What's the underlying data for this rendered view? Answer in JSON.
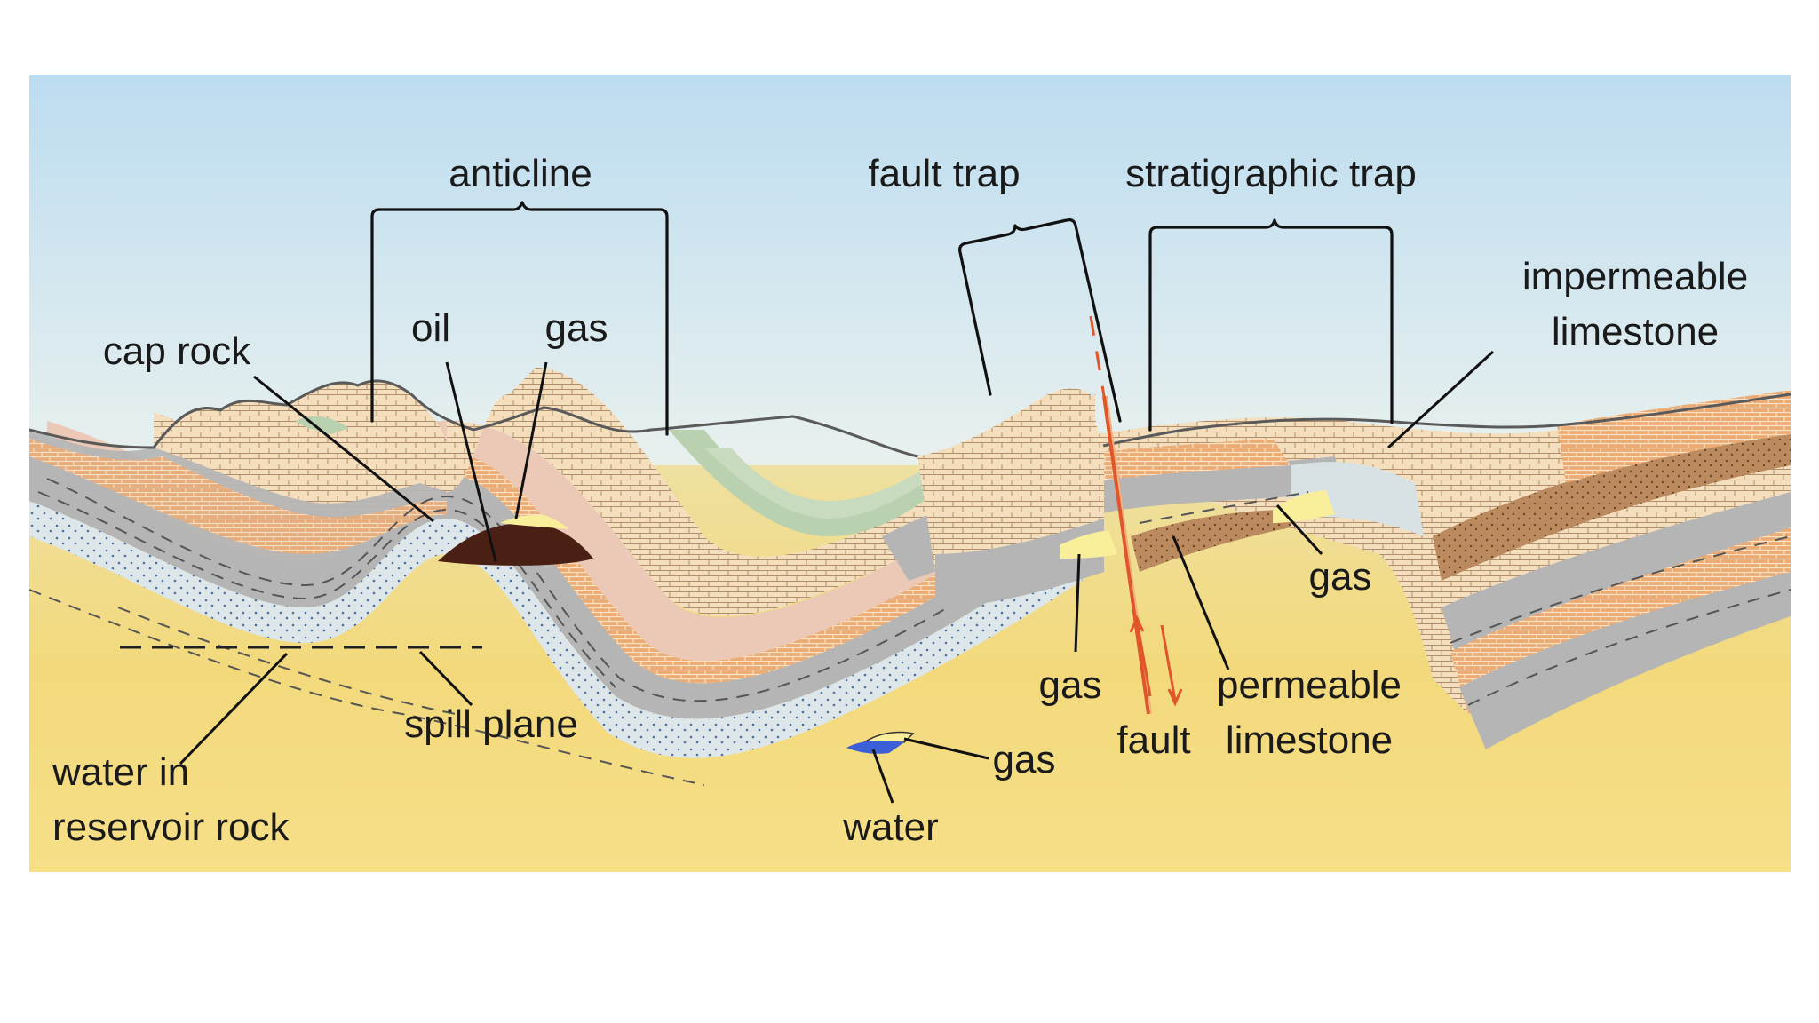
{
  "title": "",
  "labels": {
    "anticline": "anticline",
    "fault_trap": "fault trap",
    "stratigraphic_trap": "stratigraphic trap",
    "impermeable_limestone_line1": "impermeable",
    "impermeable_limestone_line2": "limestone",
    "cap_rock": "cap rock",
    "oil": "oil",
    "gas_anticline": "gas",
    "gas_fault": "gas",
    "gas_stratigraphic": "gas",
    "gas_bottom": "gas",
    "fault": "fault",
    "permeable_limestone_line1": "permeable",
    "permeable_limestone_line2": "limestone",
    "spill_plane": "spill plane",
    "water_reservoir_line1": "water in",
    "water_reservoir_line2": "reservoir rock",
    "water": "water"
  },
  "colors": {
    "sky_top": "#bcdcf0",
    "sky_bottom": "#fbf5da",
    "ground": "#f3dc7e",
    "limestone_tan": "#f1dcb8",
    "orange_brick": "#e9a56a",
    "gray_shale": "#b3b3b3",
    "pink_layer": "#ecc7b4",
    "green_layer": "#b8cfad",
    "dotted_sand": "#d8e2e4",
    "oil": "#4a1f14",
    "gas": "#f9ee9a",
    "fault_red": "#e0562a",
    "water_blue": "#3b5fd6",
    "permeable_brown": "#b9865a"
  }
}
